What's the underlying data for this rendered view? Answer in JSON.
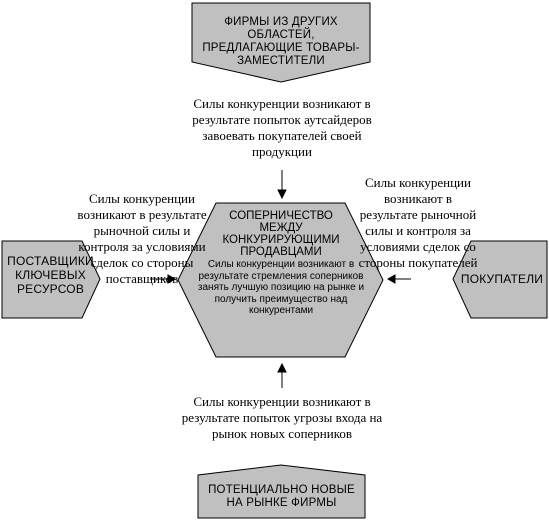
{
  "nodes": {
    "top": "ФИРМЫ ИЗ ДРУГИХ ОБЛАСТЕЙ, ПРЕДЛАГАЮЩИЕ ТОВАРЫ-ЗАМЕСТИТЕЛИ",
    "center_title": "СОПЕРНИЧЕСТВО МЕЖДУ КОНКУРИРУЮЩИМИ ПРОДАВЦАМИ",
    "center_body": "Силы конкуренции возникают в результате стремления соперников занять лучшую позицию на рынке и получить преимущество над конкурентами",
    "left": "ПОСТАВЩИКИ КЛЮЧЕВЫХ РЕСУРСОВ",
    "right": "ПОКУПАТЕЛИ",
    "bottom": "ПОТЕНЦИАЛЬНО НОВЫЕ НА РЫНКЕ ФИРМЫ"
  },
  "labels": {
    "top": "Силы конкуренции возникают в результате попыток аутсайдеров завоевать покупателей своей продукции",
    "left": "Силы конкуренции возникают в результате рыночной силы и контроля за условиями сделок со стороны поставщиков",
    "right": "Силы конкуренции возникают в результате рыночной силы и контроля за условиями сделок со стороны покупателей",
    "bottom": "Силы конкуренции возникают в результате попыток угрозы входа на рынок новых соперников"
  },
  "colors": {
    "box_fill": "#c0c0c0",
    "line": "#000000"
  }
}
